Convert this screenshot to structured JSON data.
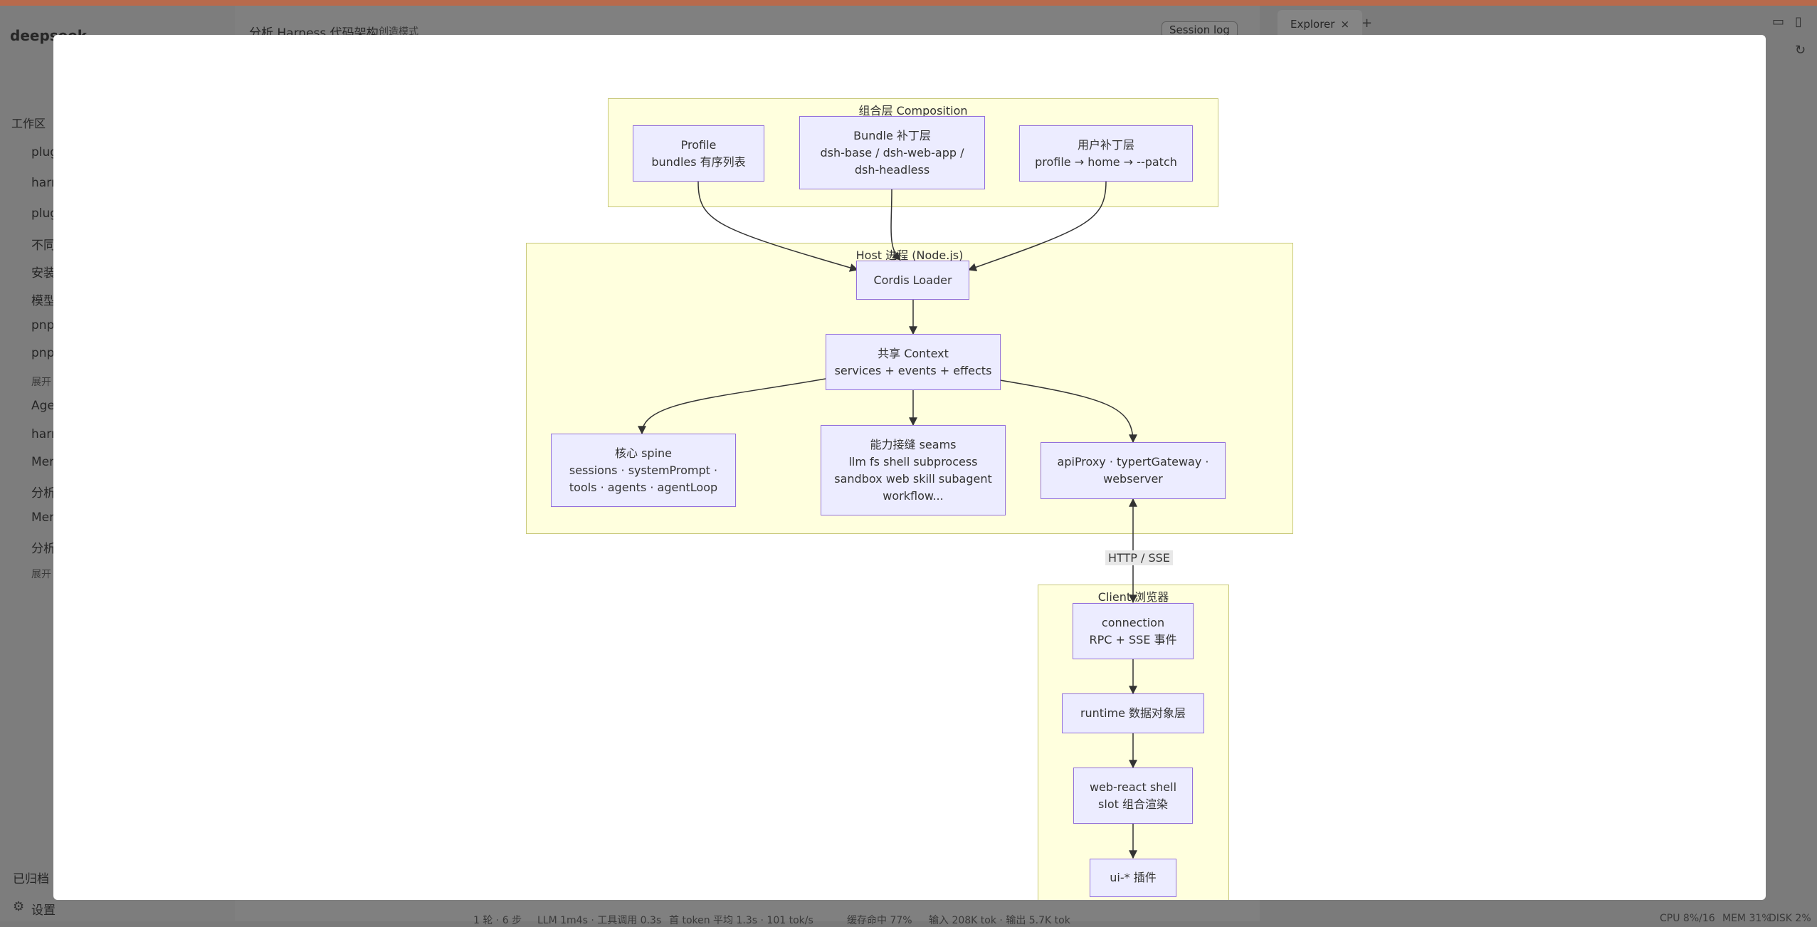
{
  "background": {
    "brand": "deepseek",
    "conversation_title": "分析 Harness 代码架构",
    "mode_label": "创造模式",
    "session_log_label": "Session log",
    "explorer_tab_label": "Explorer",
    "sidebar": {
      "section_label": "工作区",
      "items": [
        "plug",
        "harr",
        "plug",
        "不同",
        "安装",
        "模型",
        "pnp",
        "pnp",
        "展开",
        "Age",
        "harr",
        "Mer",
        "分析",
        "Mer",
        "分析",
        "展开"
      ],
      "archived_label": "已归档",
      "settings_label": "设置"
    },
    "status_bar": {
      "rounds": "1 轮 · 6 步",
      "llm": "LLM 1m4s · 工具调用 0.3s",
      "token_speed": "首 token 平均 1.3s · 101 tok/s",
      "cache": "缓存命中 77%",
      "io": "输入 208K tok · 输出 5.7K tok",
      "cpu": "CPU 8%/16",
      "mem": "MEM 31%",
      "disk": "DISK 2%"
    }
  },
  "diagram": {
    "clusters": {
      "composition": "组合层 Composition",
      "host": "Host 进程 (Node.js)",
      "client": "Client 浏览器"
    },
    "nodes": {
      "profile": [
        "Profile",
        "bundles 有序列表"
      ],
      "bundle": [
        "Bundle 补丁层",
        "dsh-base / dsh-web-app /",
        "dsh-headless"
      ],
      "user_patch": [
        "用户补丁层",
        "profile → home → --patch"
      ],
      "loader": [
        "Cordis Loader"
      ],
      "context": [
        "共享 Context",
        "services + events + effects"
      ],
      "spine": [
        "核心 spine",
        "sessions · systemPrompt ·",
        "tools · agents · agentLoop"
      ],
      "seams": [
        "能力接缝 seams",
        "llm fs shell subprocess",
        "sandbox web skill subagent",
        "workflow..."
      ],
      "api": [
        "apiProxy · typertGateway ·",
        "webserver"
      ],
      "connection": [
        "connection",
        "RPC + SSE 事件"
      ],
      "runtime": [
        "runtime 数据对象层"
      ],
      "shell": [
        "web-react shell",
        "slot 组合渲染"
      ],
      "ui": [
        "ui-* 插件"
      ]
    },
    "edge_label": "HTTP / SSE"
  }
}
